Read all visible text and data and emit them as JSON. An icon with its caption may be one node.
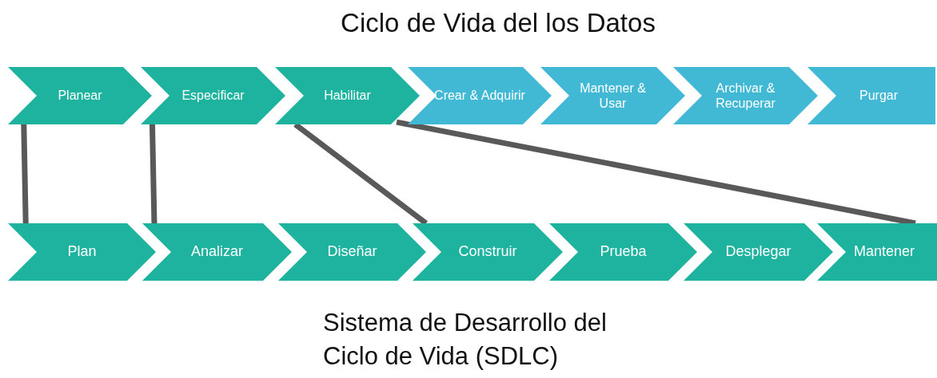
{
  "diagram": {
    "title": "Ciclo de Vida del los Datos",
    "caption": "Sistema de Desarrollo del Ciclo de Vida (SDLC)",
    "nodes": [
      {
        "text": [
          "Planear"
        ]
      },
      {
        "text": [
          "Especificar"
        ]
      },
      {
        "text": [
          "Habilitar"
        ]
      },
      {
        "text": [
          "Crear & Adquirir"
        ]
      },
      {
        "text": [
          "Mantener & Usar"
        ]
      },
      {
        "text": [
          "Archivar & Recuperar"
        ]
      },
      {
        "text": [
          "Purgar"
        ]
      },
      {
        "text": [
          "Plan"
        ]
      },
      {
        "text": [
          "Analizar"
        ]
      },
      {
        "text": [
          "Diseñar"
        ]
      },
      {
        "text": [
          "Construir"
        ]
      },
      {
        "text": [
          "Prueba"
        ]
      },
      {
        "text": [
          "Desplegar"
        ]
      },
      {
        "text": [
          "Mantener"
        ]
      }
    ],
    "edges": [
      {
        "from": 0,
        "to": 7,
        "arrow": "none"
      },
      {
        "from": 1,
        "to": 8,
        "arrow": "none"
      },
      {
        "from": 2,
        "to": 10,
        "arrow": "none"
      },
      {
        "from": 2,
        "to": 13,
        "arrow": "none"
      }
    ]
  }
}
